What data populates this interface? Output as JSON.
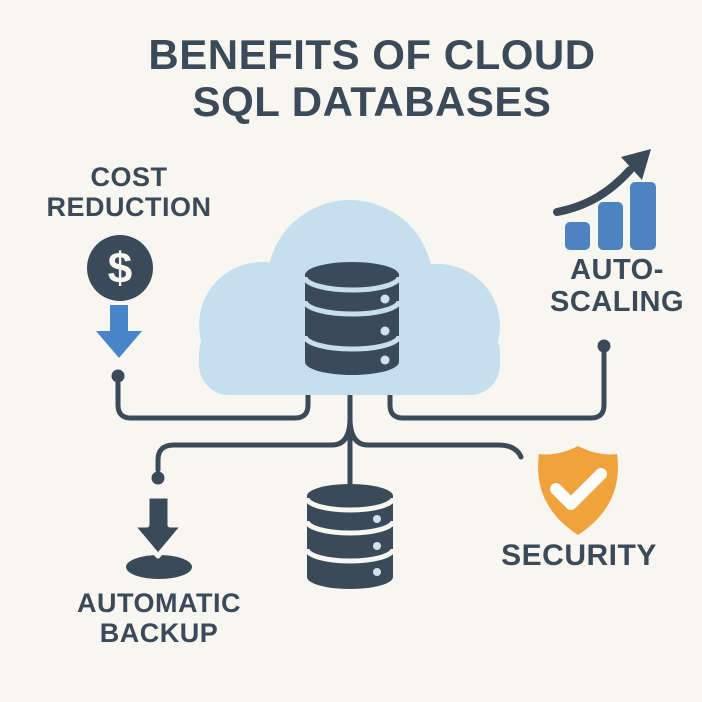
{
  "title": {
    "line1": "BENEFITS OF CLOUD",
    "line2": "SQL DATABASES"
  },
  "center": {
    "cloud_icon": "cloud",
    "main_database_icon": "sql-database-cylinder",
    "bottom_database_icon": "database-cylinder"
  },
  "benefits": {
    "cost_reduction": {
      "line1": "COST",
      "line2": "REDUCTION",
      "icon": "dollar-circle",
      "secondary_icon": "blue-down-arrow",
      "symbol": "$"
    },
    "auto_scaling": {
      "line1": "AUTO-",
      "line2": "SCALING",
      "icon": "growth-bar-chart-with-arrow"
    },
    "automatic_backup": {
      "line1": "AUTOMATIC",
      "line2": "BACKUP",
      "icon": "download-to-drive"
    },
    "security": {
      "label": "SECURITY",
      "icon": "shield-with-checkmark"
    }
  },
  "colors": {
    "background": "#f8f6f1",
    "ink": "#3b4a59",
    "accent_blue": "#4785c8",
    "bar_blue": "#4d83c1",
    "cloud_blue": "#c6dfee",
    "shield_orange": "#f0a23c",
    "detail_light": "#cfe2ee"
  }
}
